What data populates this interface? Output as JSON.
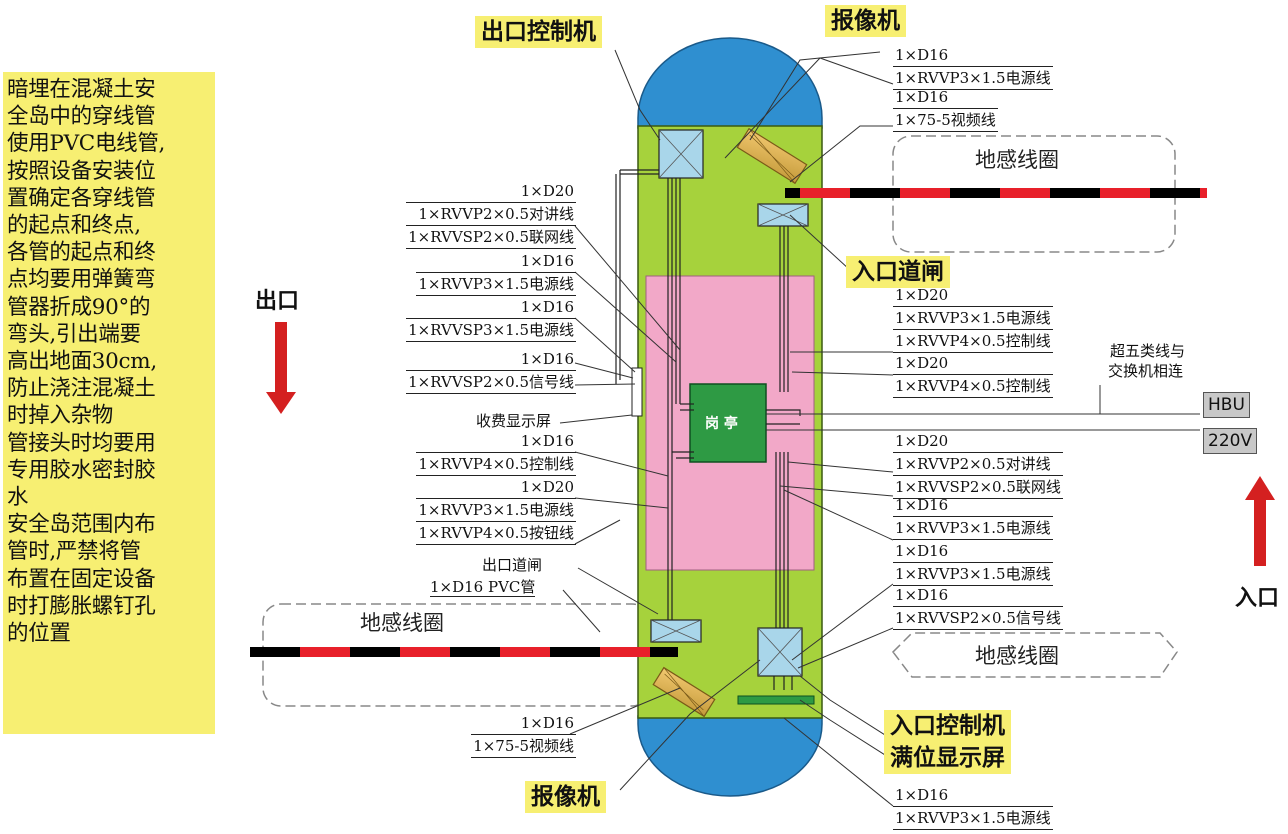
{
  "notes": [
    "暗埋在混凝土安",
    "全岛中的穿线管",
    "使用PVC电线管,",
    "按照设备安装位",
    "置确定各穿线管",
    "的起点和终点,",
    "各管的起点和终",
    "点均要用弹簧弯",
    "管器折成90°的",
    "弯头,引出端要",
    "高出地面30cm,",
    "防止浇注混凝土",
    "时掉入杂物",
    "管接头时均要用",
    "专用胶水密封胶",
    "水",
    "安全岛范围内布",
    "管时,严禁将管",
    "布置在固定设备",
    "时打膨胀螺钉孔",
    "的位置"
  ],
  "equipment": {
    "exit_controller": "出口控制机",
    "camera_top": "报像机",
    "entry_barrier": "入口道闸",
    "entry_controller": "入口控制机",
    "full_display": "满位显示屏",
    "camera_bottom": "报像机",
    "booth_glyph": "岗 亭"
  },
  "directions": {
    "exit": "出口",
    "entry": "入口"
  },
  "loops": {
    "top": "地感线圈",
    "left": "地感线圈",
    "right": "地感线圈"
  },
  "small_labels": {
    "toll_display": "收费显示屏",
    "exit_barrier": "出口道闸",
    "exit_pvc": "1×D16 PVC管",
    "switch_note_1": "超五类线与",
    "switch_note_2": "交换机相连"
  },
  "boxes": {
    "hbu": "HBU",
    "power": "220V"
  },
  "cables": {
    "r1": [
      "1×D16",
      "1×RVVP3×1.5电源线"
    ],
    "r2": [
      "1×D16",
      "1×75-5视频线"
    ],
    "r3": [
      "1×D20",
      "1×RVVP3×1.5电源线",
      "1×RVVP4×0.5控制线"
    ],
    "r4": [
      "1×D20",
      "1×RVVP4×0.5控制线"
    ],
    "r5": [
      "1×D20",
      "1×RVVP2×0.5对讲线",
      "1×RVVSP2×0.5联网线"
    ],
    "r6": [
      "1×D16",
      "1×RVVP3×1.5电源线"
    ],
    "r7": [
      "1×D16",
      "1×RVVP3×1.5电源线"
    ],
    "r8": [
      "1×D16",
      "1×RVVSP2×0.5信号线"
    ],
    "r9": [
      "1×D16",
      "1×RVVP3×1.5电源线"
    ],
    "l1": [
      "1×D20",
      "1×RVVP2×0.5对讲线",
      "1×RVVSP2×0.5联网线"
    ],
    "l2": [
      "1×D16",
      "1×RVVP3×1.5电源线"
    ],
    "l3": [
      "1×D16",
      "1×RVVSP3×1.5电源线"
    ],
    "l4": [
      "1×D16",
      "1×RVVSP2×0.5信号线"
    ],
    "l5": [
      "1×D16",
      "1×RVVP4×0.5控制线"
    ],
    "l6": [
      "1×D20",
      "1×RVVP3×1.5电源线",
      "1×RVVP4×0.5按钮线"
    ],
    "l7": [
      "1×D16",
      "1×75-5视频线"
    ]
  },
  "colors": {
    "island_green": "#a6d23c",
    "island_cap_blue": "#2f8fd0",
    "booth_pink": "#f2a8c8",
    "booth_green": "#2e9a44",
    "device_blue": "#a9d6ea",
    "note_yellow": "#f7ef72",
    "barrier_red": "#e8202a",
    "arrow_red": "#d42020"
  }
}
